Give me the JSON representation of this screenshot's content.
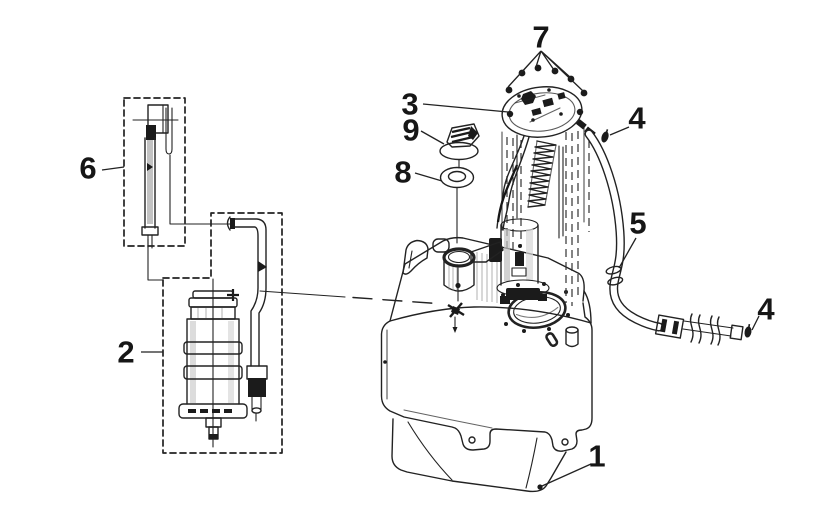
{
  "diagram": {
    "type": "exploded-parts-diagram",
    "subject": "fuel tank and fuel pump assembly line drawing",
    "background": "#ffffff",
    "ink": "#1e1e1e",
    "part_numbers": [
      "1",
      "2",
      "3",
      "4",
      "5",
      "6",
      "7",
      "8",
      "9"
    ],
    "callouts": [
      {
        "number": "7"
      },
      {
        "number": "3"
      },
      {
        "number": "9"
      },
      {
        "number": "8"
      },
      {
        "number": "4"
      },
      {
        "number": "5"
      },
      {
        "number": "4"
      },
      {
        "number": "6"
      },
      {
        "number": "2"
      },
      {
        "number": "1"
      }
    ]
  }
}
